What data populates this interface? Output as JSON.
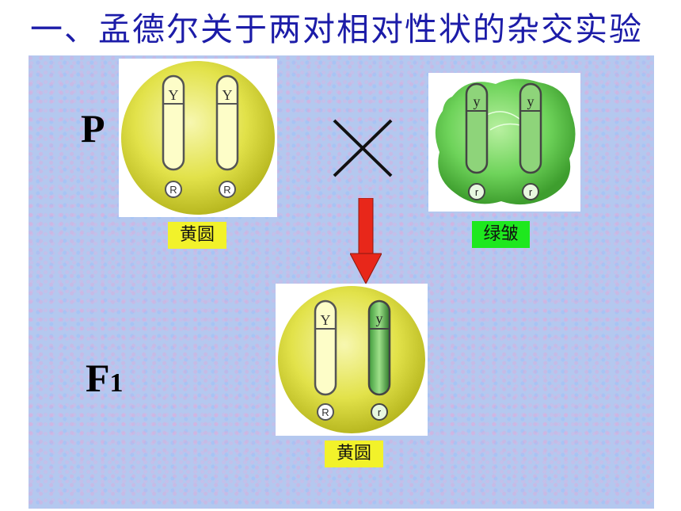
{
  "title": "一、孟德尔关于两对相对性状的杂交实验",
  "generations": {
    "parent": "P",
    "f1_main": "F",
    "f1_sub": "1"
  },
  "parent_yellow_round": {
    "caption": "黄圆",
    "alleles": {
      "left_top": "Y",
      "right_top": "Y",
      "left_bottom": "R",
      "right_bottom": "R"
    }
  },
  "parent_green_wrinkled": {
    "caption": "绿皱",
    "alleles": {
      "left_top": "y",
      "right_top": "y",
      "left_bottom": "r",
      "right_bottom": "r"
    }
  },
  "f1_offspring": {
    "caption": "黄圆",
    "alleles": {
      "left_top": "Y",
      "right_top": "y",
      "left_bottom": "R",
      "right_bottom": "r"
    }
  },
  "colors": {
    "title": "#1c1ca8",
    "arrow": "#e8271a",
    "yellow_seed": "#dede3c",
    "green_seed": "#5cc94a",
    "caption_yellow": "#f2f22a",
    "caption_green": "#1ee81e"
  }
}
